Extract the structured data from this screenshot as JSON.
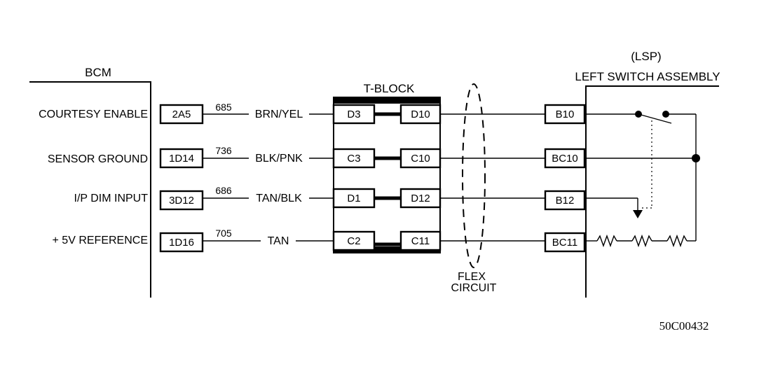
{
  "bcm": {
    "title": "BCM",
    "signals": [
      {
        "name": "COURTESY ENABLE",
        "pin": "2A5",
        "circuit": "685",
        "color": "BRN/YEL"
      },
      {
        "name": "SENSOR GROUND",
        "pin": "1D14",
        "circuit": "736",
        "color": "BLK/PNK"
      },
      {
        "name": "I/P DIM INPUT",
        "pin": "3D12",
        "circuit": "686",
        "color": "TAN/BLK"
      },
      {
        "name": "+ 5V REFERENCE",
        "pin": "1D16",
        "circuit": "705",
        "color": "TAN"
      }
    ]
  },
  "tblock": {
    "title": "T-BLOCK",
    "left_pins": [
      "D3",
      "C3",
      "D1",
      "C2"
    ],
    "right_pins": [
      "D10",
      "C10",
      "D12",
      "C11"
    ]
  },
  "flex": {
    "line1": "FLEX",
    "line2": "CIRCUIT"
  },
  "lsp": {
    "abbr": "(LSP)",
    "title": "LEFT SWITCH ASSEMBLY",
    "pins": [
      "B10",
      "BC10",
      "B12",
      "BC11"
    ]
  },
  "reference_code": "50C00432"
}
